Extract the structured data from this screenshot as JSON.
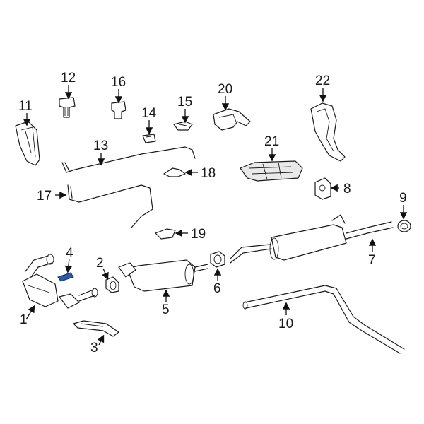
{
  "callouts": {
    "c1": "1",
    "c2": "2",
    "c3": "3",
    "c4": "4",
    "c5": "5",
    "c6": "6",
    "c7": "7",
    "c8": "8",
    "c9": "9",
    "c10": "10",
    "c11": "11",
    "c12": "12",
    "c13": "13",
    "c14": "14",
    "c15": "15",
    "c16": "16",
    "c17": "17",
    "c18": "18",
    "c19": "19",
    "c20": "20",
    "c21": "21",
    "c22": "22"
  },
  "colors": {
    "highlight_part": "#2a5ba8",
    "line": "#1a1a1a",
    "background": "#ffffff"
  },
  "highlighted_callout": "4"
}
